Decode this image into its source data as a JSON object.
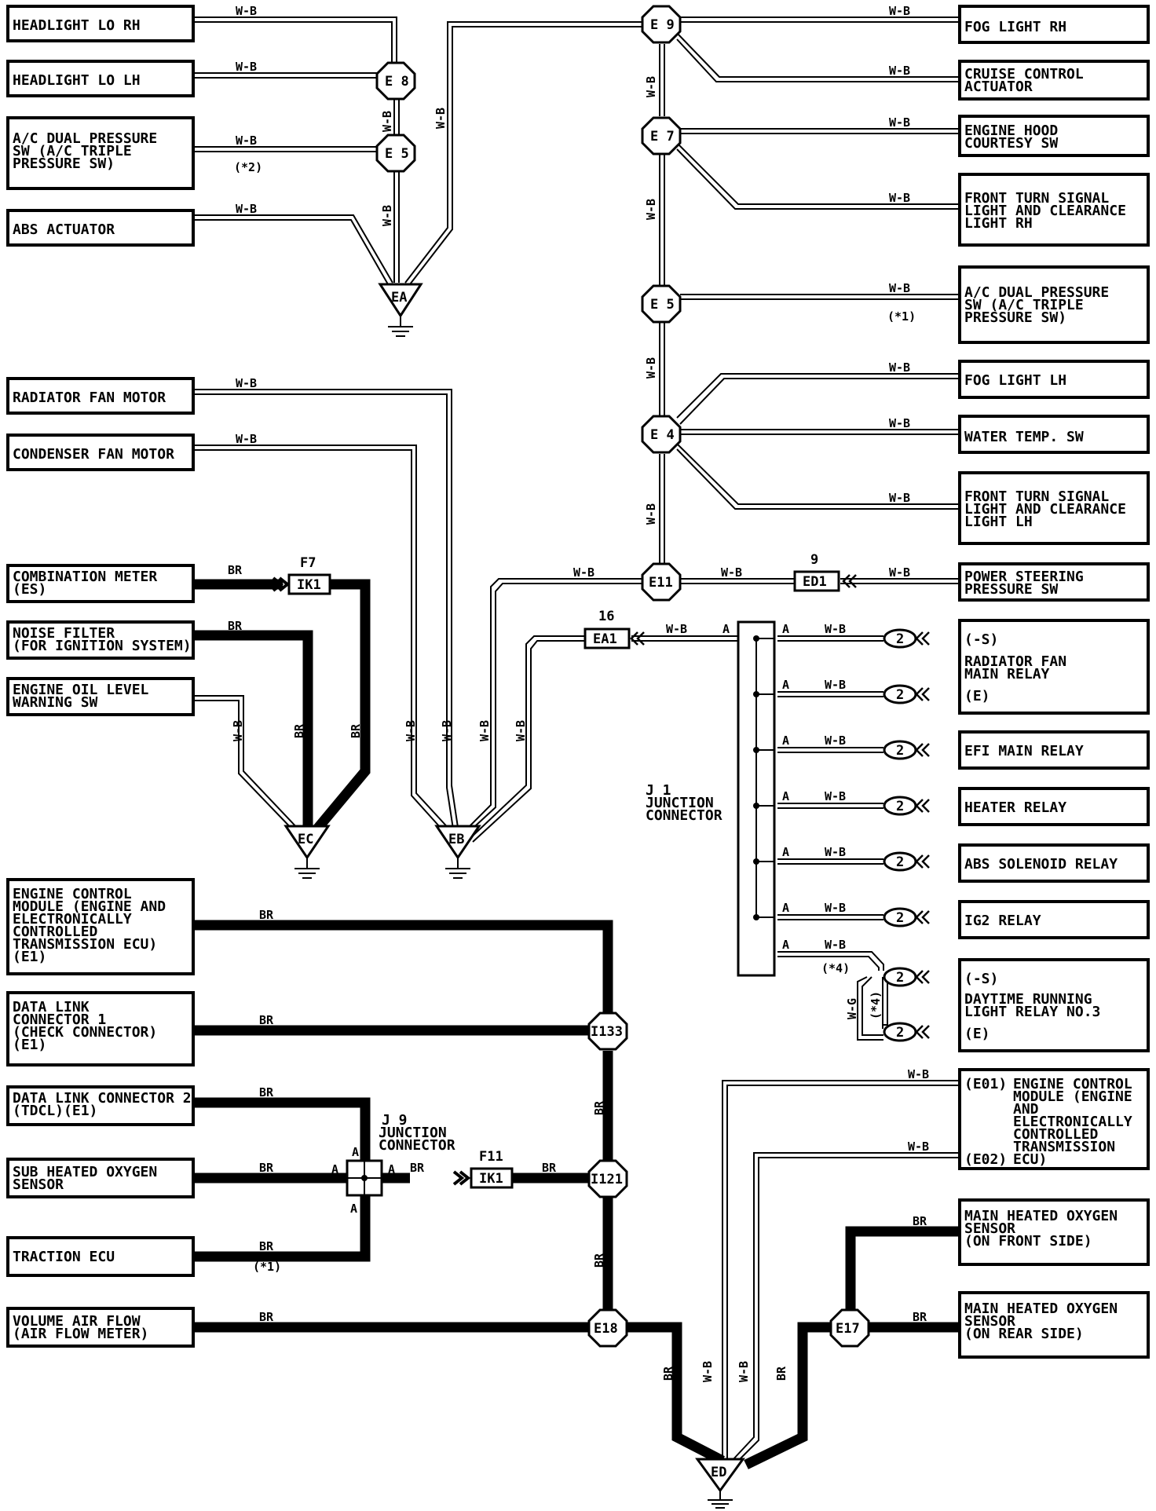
{
  "components": {
    "headlight_lo_rh": "HEADLIGHT LO RH",
    "headlight_lo_lh": "HEADLIGHT LO LH",
    "ac_dual_pressure_left": [
      "A/C DUAL PRESSURE",
      "SW (A/C TRIPLE",
      "PRESSURE SW)"
    ],
    "abs_actuator": "ABS ACTUATOR",
    "radiator_fan_motor": "RADIATOR FAN MOTOR",
    "condenser_fan_motor": "CONDENSER FAN MOTOR",
    "combination_meter": [
      "COMBINATION METER",
      "(ES)"
    ],
    "noise_filter": [
      "NOISE FILTER",
      "(FOR IGNITION SYSTEM)"
    ],
    "engine_oil_level": [
      "ENGINE OIL LEVEL",
      "WARNING SW"
    ],
    "ecm_left": [
      "ENGINE CONTROL",
      "MODULE (ENGINE AND",
      "ELECTRONICALLY",
      "CONTROLLED",
      "TRANSMISSION ECU)",
      "(E1)"
    ],
    "dlc1": [
      "DATA LINK",
      "CONNECTOR 1",
      "(CHECK CONNECTOR)",
      "(E1)"
    ],
    "dlc2": [
      "DATA LINK CONNECTOR 2",
      "(TDCL)(E1)"
    ],
    "sub_ho2s": [
      "SUB HEATED OXYGEN",
      "SENSOR"
    ],
    "traction_ecu": "TRACTION ECU",
    "volume_air_flow": [
      "VOLUME AIR FLOW",
      "(AIR FLOW METER)"
    ],
    "fog_light_rh": "FOG LIGHT RH",
    "cruise_control": [
      "CRUISE CONTROL",
      "ACTUATOR"
    ],
    "engine_hood": [
      "ENGINE HOOD",
      "COURTESY SW"
    ],
    "front_turn_rh": [
      "FRONT TURN SIGNAL",
      "LIGHT AND CLEARANCE",
      "LIGHT RH"
    ],
    "ac_dual_pressure_right": [
      "A/C DUAL PRESSURE",
      "SW (A/C TRIPLE",
      "PRESSURE SW)"
    ],
    "fog_light_lh": "FOG LIGHT LH",
    "water_temp_sw": "WATER TEMP. SW",
    "front_turn_lh": [
      "FRONT TURN SIGNAL",
      "LIGHT AND CLEARANCE",
      "LIGHT LH"
    ],
    "power_steering": [
      "POWER STEERING",
      "PRESSURE SW"
    ],
    "radiator_fan_relay": [
      "(-S)",
      "RADIATOR FAN",
      "MAIN RELAY",
      "(E)"
    ],
    "efi_main_relay": "EFI MAIN RELAY",
    "heater_relay": "HEATER RELAY",
    "abs_solenoid_relay": "ABS SOLENOID RELAY",
    "ig2_relay": "IG2 RELAY",
    "drl_relay": [
      "(-S)",
      "DAYTIME RUNNING",
      "LIGHT RELAY NO.3",
      "(E)"
    ],
    "ecm_right_label": [
      "(E01)",
      "(E02)"
    ],
    "ecm_right": [
      "ENGINE CONTROL",
      "MODULE (ENGINE",
      "AND",
      "ELECTRONICALLY",
      "CONTROLLED",
      "TRANSMISSION",
      "ECU)"
    ],
    "main_ho2s_front": [
      "MAIN HEATED OXYGEN",
      "SENSOR",
      "(ON FRONT SIDE)"
    ],
    "main_ho2s_rear": [
      "MAIN HEATED OXYGEN",
      "SENSOR",
      "(ON REAR SIDE)"
    ]
  },
  "junctions": {
    "e9": "E 9",
    "e8": "E 8",
    "e7": "E 7",
    "e5a": "E 5",
    "e5b": "E 5",
    "e4": "E 4",
    "e11": "E11",
    "i133": "I133",
    "i121": "I121",
    "e18": "E18",
    "e17": "E17"
  },
  "grounds": {
    "ea": "EA",
    "eb": "EB",
    "ec": "EC",
    "ed": "ED"
  },
  "connectors": {
    "ik1_top": "IK1",
    "ik1_top_num": "F7",
    "ea1": "EA1",
    "ea1_num": "16",
    "ed1": "ED1",
    "ed1_num": "9",
    "ik1_bot": "IK1",
    "ik1_bot_num": "F11",
    "two": "2"
  },
  "junction_connectors": {
    "j1": [
      "J 1",
      "JUNCTION",
      "CONNECTOR"
    ],
    "j9": [
      "J 9",
      "JUNCTION",
      "CONNECTOR"
    ]
  },
  "wire_colors": {
    "wb": "W-B",
    "br": "BR",
    "wg": "W-G"
  },
  "notes": {
    "n1": "(*1)",
    "n2": "(*2)",
    "n4": "(*4)",
    "pin_a": "A"
  }
}
